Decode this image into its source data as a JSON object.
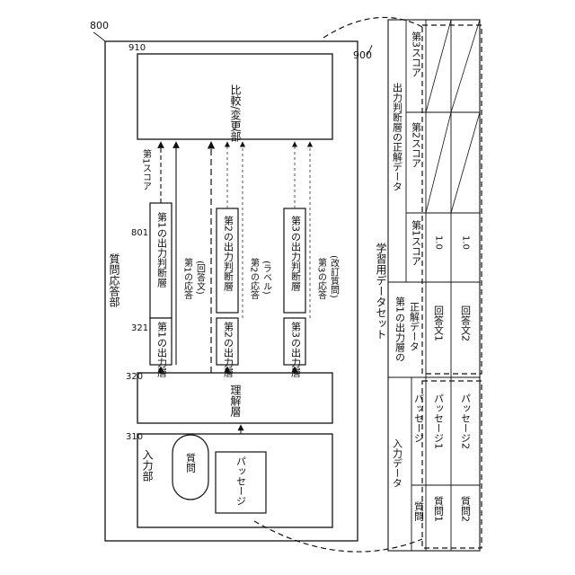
{
  "refs": {
    "r800": "800",
    "r900": "900",
    "r910": "910",
    "r801": "801",
    "r320": "320",
    "r321": "321",
    "r310": "310"
  },
  "qa_system": {
    "title": "質問応答部",
    "compare_unit": "比較/変更部",
    "understanding_layer": "理解層",
    "input_unit": "入力部",
    "question": "質問",
    "passage": "パッセージ",
    "first_score": "第1スコア",
    "output_layers": [
      {
        "name": "第1の出力層",
        "judge": "第1の出力判断層",
        "response_l1": "第1の応答",
        "response_l2": "(回答文)"
      },
      {
        "name": "第2の出力層",
        "judge": "第2の出力判断層",
        "response_l1": "第2の応答",
        "response_l2": "(ラベル)"
      },
      {
        "name": "第3の出力層",
        "judge": "第3の出力判断層",
        "response_l1": "第3の応答",
        "response_l2": "(改訂質問)"
      }
    ]
  },
  "dataset": {
    "title": "学習用データセット",
    "input_header": "入力データ",
    "answer_header_l1": "第1の出力層の",
    "answer_header_l2": "正解データ",
    "judge_header": "出力判断層の正解データ",
    "columns": {
      "question": "質問",
      "passage": "パッセージ",
      "score1": "第1スコア",
      "score2": "第2スコア",
      "score3": "第3スコア"
    },
    "rows": [
      {
        "question": "質問1",
        "passage": "パッセージ1",
        "answer": "回答文1",
        "score1": "1.0",
        "score2": "",
        "score3": ""
      },
      {
        "question": "質問2",
        "passage": "パッセージ2",
        "answer": "回答文2",
        "score1": "1.0",
        "score2": "",
        "score3": ""
      }
    ]
  }
}
